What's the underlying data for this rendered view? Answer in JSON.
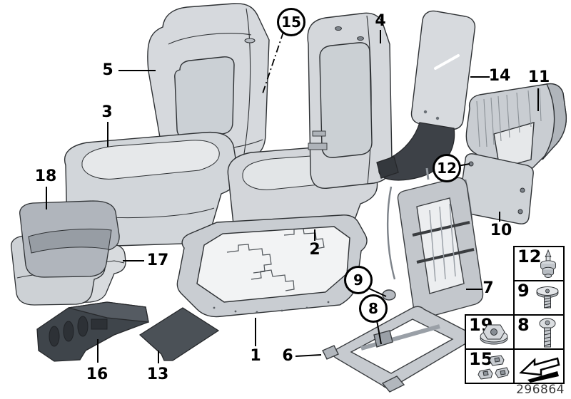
{
  "callouts": {
    "plain": {
      "1": "1",
      "2": "2",
      "3": "3",
      "4": "4",
      "5": "5",
      "6": "6",
      "7": "7",
      "10": "10",
      "11": "11",
      "13": "13",
      "14": "14",
      "16": "16",
      "17": "17",
      "18": "18"
    },
    "circled": {
      "8": "8",
      "9": "9",
      "12": "12",
      "15": "15"
    }
  },
  "legend": {
    "cells": [
      {
        "label": "12",
        "icon": "expanding-rivet-icon"
      },
      {
        "label": "9",
        "icon": "countersunk-screw-icon"
      },
      {
        "label": "8",
        "icon": "pan-head-screw-icon"
      },
      {
        "label": "19",
        "icon": "flanged-nut-icon"
      },
      {
        "label": "15",
        "icon": "spring-clip-icon"
      },
      {
        "label": "",
        "icon": "direction-of-travel-arrow-icon"
      }
    ]
  },
  "footer": {
    "drawing_number": "296864"
  }
}
